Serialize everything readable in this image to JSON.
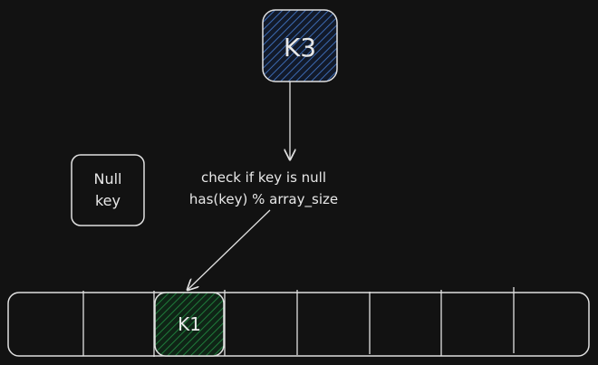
{
  "nodes": {
    "k3": {
      "label": "K3",
      "fill": "#1e3a6e"
    },
    "k1": {
      "label": "K1",
      "fill": "#1b4d2a"
    },
    "null_key": {
      "line1": "Null",
      "line2": "key"
    }
  },
  "annotation": {
    "line1": "check if key is null",
    "line2": "has(key) % array_size"
  },
  "array": {
    "slots": 8
  },
  "colors": {
    "background": "#121212",
    "stroke": "#e0e0e0"
  }
}
